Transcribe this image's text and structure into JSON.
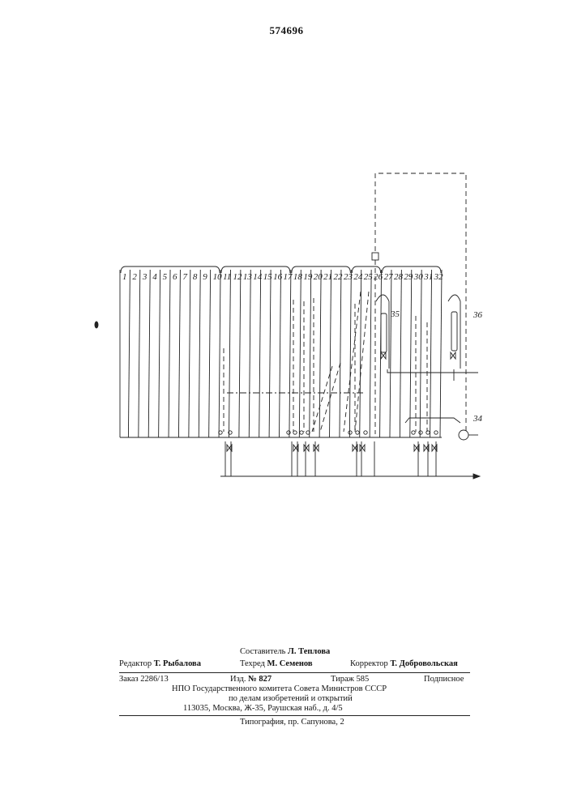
{
  "header": {
    "patent_number": "574696"
  },
  "diagram": {
    "columns": [
      "1",
      "2",
      "3",
      "4",
      "5",
      "6",
      "7",
      "8",
      "9",
      "10",
      "11",
      "12",
      "13",
      "14",
      "15",
      "16",
      "17",
      "18",
      "19",
      "20",
      "21",
      "22",
      "23",
      "24",
      "25",
      "26",
      "27",
      "28",
      "29",
      "30",
      "31",
      "32"
    ],
    "callouts": [
      "35",
      "36",
      "34"
    ]
  },
  "footer": {
    "compiler": {
      "label": "Составитель",
      "name": "Л. Теплова"
    },
    "editor": {
      "label": "Редактор",
      "name": "Т. Рыбалова"
    },
    "tech_editor": {
      "label": "Техред",
      "name": "М. Семенов"
    },
    "corrector": {
      "label": "Корректор",
      "name": "Т. Добровольская"
    },
    "order": "Заказ 2286/13",
    "edition": {
      "label": "Изд.",
      "value": "№ 827"
    },
    "circulation": "Тираж 585",
    "subscription": "Подписное",
    "org_line1": "НПО Государственного комитета Совета Министров СССР",
    "org_line2": "по делам изобретений и открытий",
    "address": "113035, Москва, Ж-35, Раушская наб., д. 4/5",
    "printer": "Типография, пр. Сапунова, 2"
  }
}
